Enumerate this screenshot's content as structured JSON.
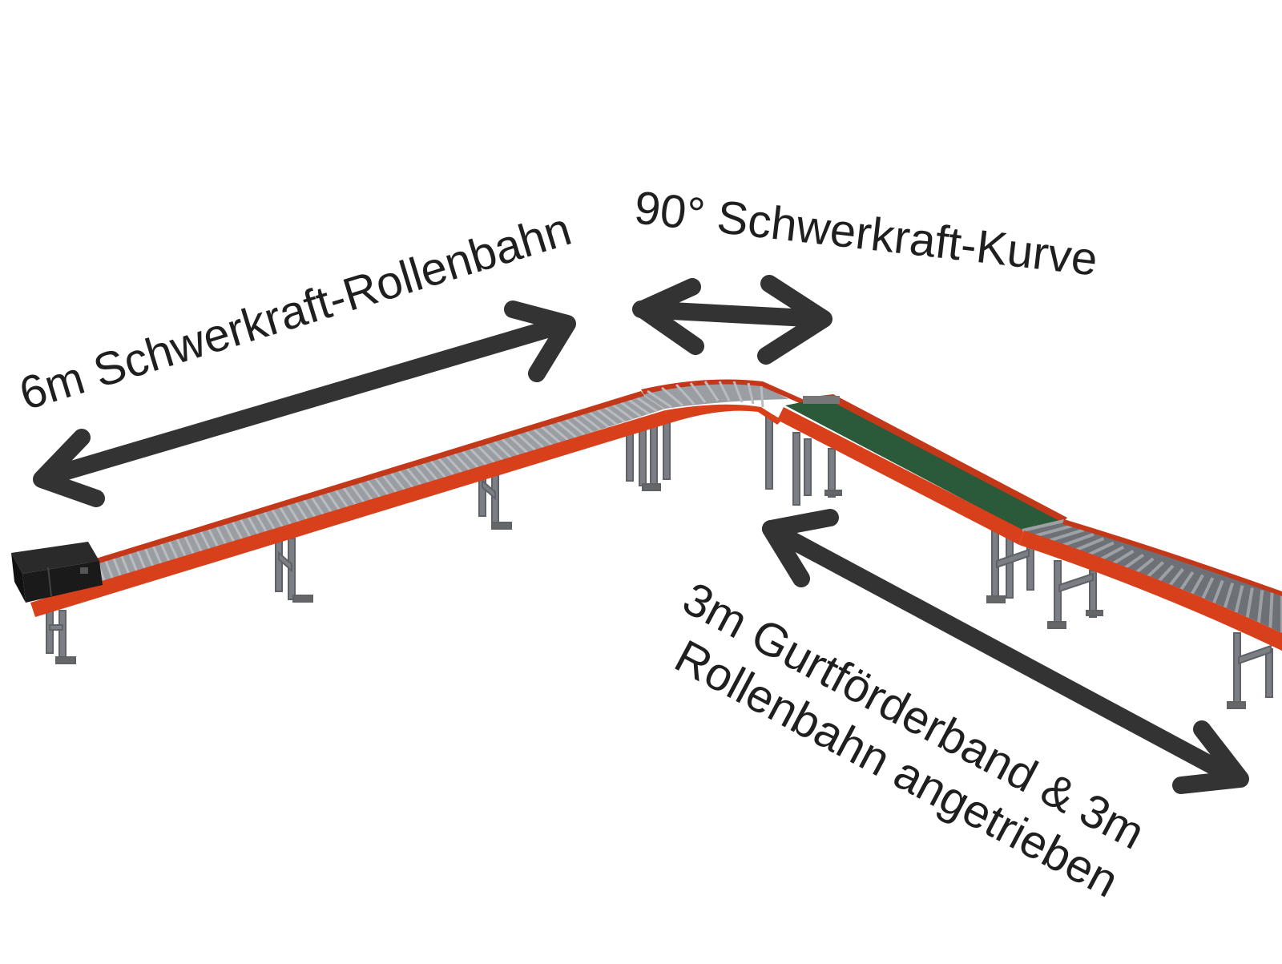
{
  "labels": {
    "straight_section": "6m Schwerkraft-Rollenbahn",
    "curve_section": "90° Schwerkraft-Kurve",
    "driven_line1": "3m Gurtförderband & 3m",
    "driven_line2": "Rollenbahn angetrieben"
  },
  "colors": {
    "frame": "#d8401c",
    "frame_dark": "#a82e12",
    "roller": "#8a8d92",
    "belt": "#2a5a3a",
    "leg": "#7b7f85",
    "arrow": "#333333",
    "box": "#1a1a1a"
  }
}
